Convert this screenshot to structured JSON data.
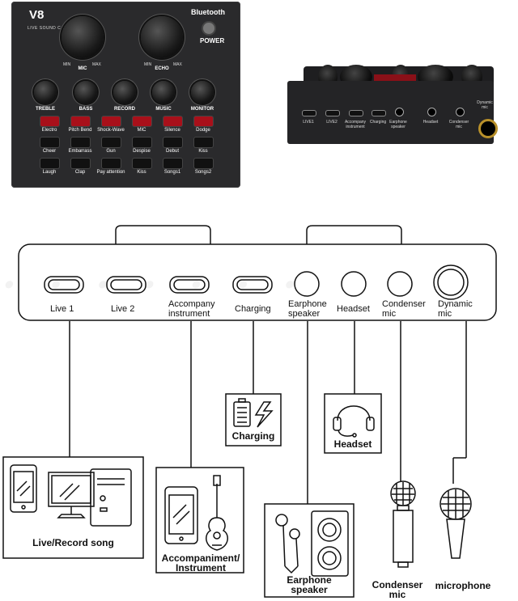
{
  "device": {
    "model": "V8",
    "subtitle": "LIVE SOUND CARD",
    "bluetooth": "Bluetooth",
    "power": "POWER",
    "mic": "MIC",
    "echo": "ECHO",
    "min": "MIN",
    "max": "MAX",
    "knobs": [
      "TREBLE",
      "BASS",
      "RECORD",
      "MUSIC",
      "MONITOR"
    ],
    "row1": [
      "Electro",
      "Pitch Bend",
      "Shock-Wave",
      "MIC",
      "Silence",
      "Dodge"
    ],
    "row2": [
      "Cheer",
      "Embarrass",
      "Gun",
      "Despise",
      "Debut",
      "Kiss"
    ],
    "row3": [
      "Laugh",
      "Clap",
      "Pay attention",
      "Kiss",
      "Songs1",
      "Songs2"
    ]
  },
  "rear": {
    "ports": [
      "LIVE1",
      "LIVE2",
      "Accompany instrument",
      "Charging",
      "Earphone speaker",
      "Headset",
      "Condenser mic",
      "Dynamic mic"
    ]
  },
  "diagram": {
    "ports": [
      "Live 1",
      "Live 2",
      "Accompany instrument",
      "Charging",
      "Earphone speaker",
      "Headset",
      "Condenser mic",
      "Dynamic mic"
    ],
    "captions": {
      "live": "Live/Record song",
      "accompaniment": "Accompaniment/ Instrument",
      "charging": "Charging",
      "headset": "Headset",
      "earphone": "Earphone speaker",
      "condenser": "Condenser mic",
      "microphone": "microphone"
    }
  }
}
